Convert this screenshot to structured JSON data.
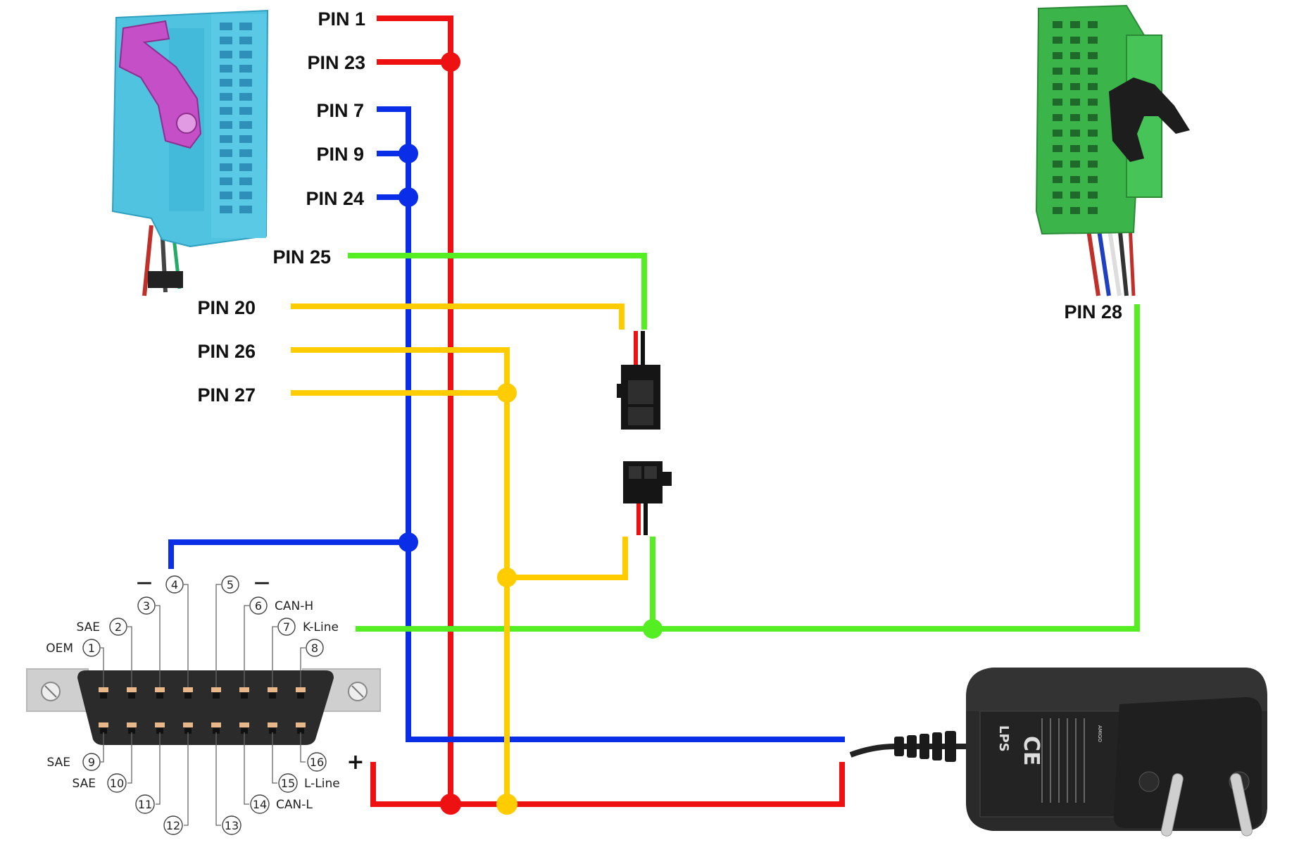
{
  "connector_labels": {
    "pin1": "PIN 1",
    "pin23": "PIN 23",
    "pin7": "PIN 7",
    "pin9": "PIN 9",
    "pin24": "PIN 24",
    "pin25": "PIN 25",
    "pin20": "PIN 20",
    "pin26": "PIN 26",
    "pin27": "PIN 27",
    "pin28": "PIN 28"
  },
  "obd": {
    "minus_left": "—",
    "minus_right": "—",
    "plus": "+",
    "label_oem1": "OEM",
    "label_sae2": "SAE",
    "label_can_h": "CAN-H",
    "label_k_line": "K-Line",
    "label_sae9": "SAE",
    "label_sae10": "SAE",
    "label_l_line": "L-Line",
    "label_can_l": "CAN-L",
    "pins": [
      "1",
      "2",
      "3",
      "4",
      "5",
      "6",
      "7",
      "8",
      "9",
      "10",
      "11",
      "12",
      "13",
      "14",
      "15",
      "16"
    ]
  },
  "power_supply": {
    "brand": "AMIGO",
    "model": "LPS",
    "ce": "CE"
  },
  "colors": {
    "red": "#ee1111",
    "blue": "#0a2ee8",
    "green": "#55ee22",
    "yellow": "#ffcc00",
    "connector_blue": "#4fc3e0",
    "connector_green": "#3bb54a",
    "clip_purple": "#c44fc6"
  }
}
